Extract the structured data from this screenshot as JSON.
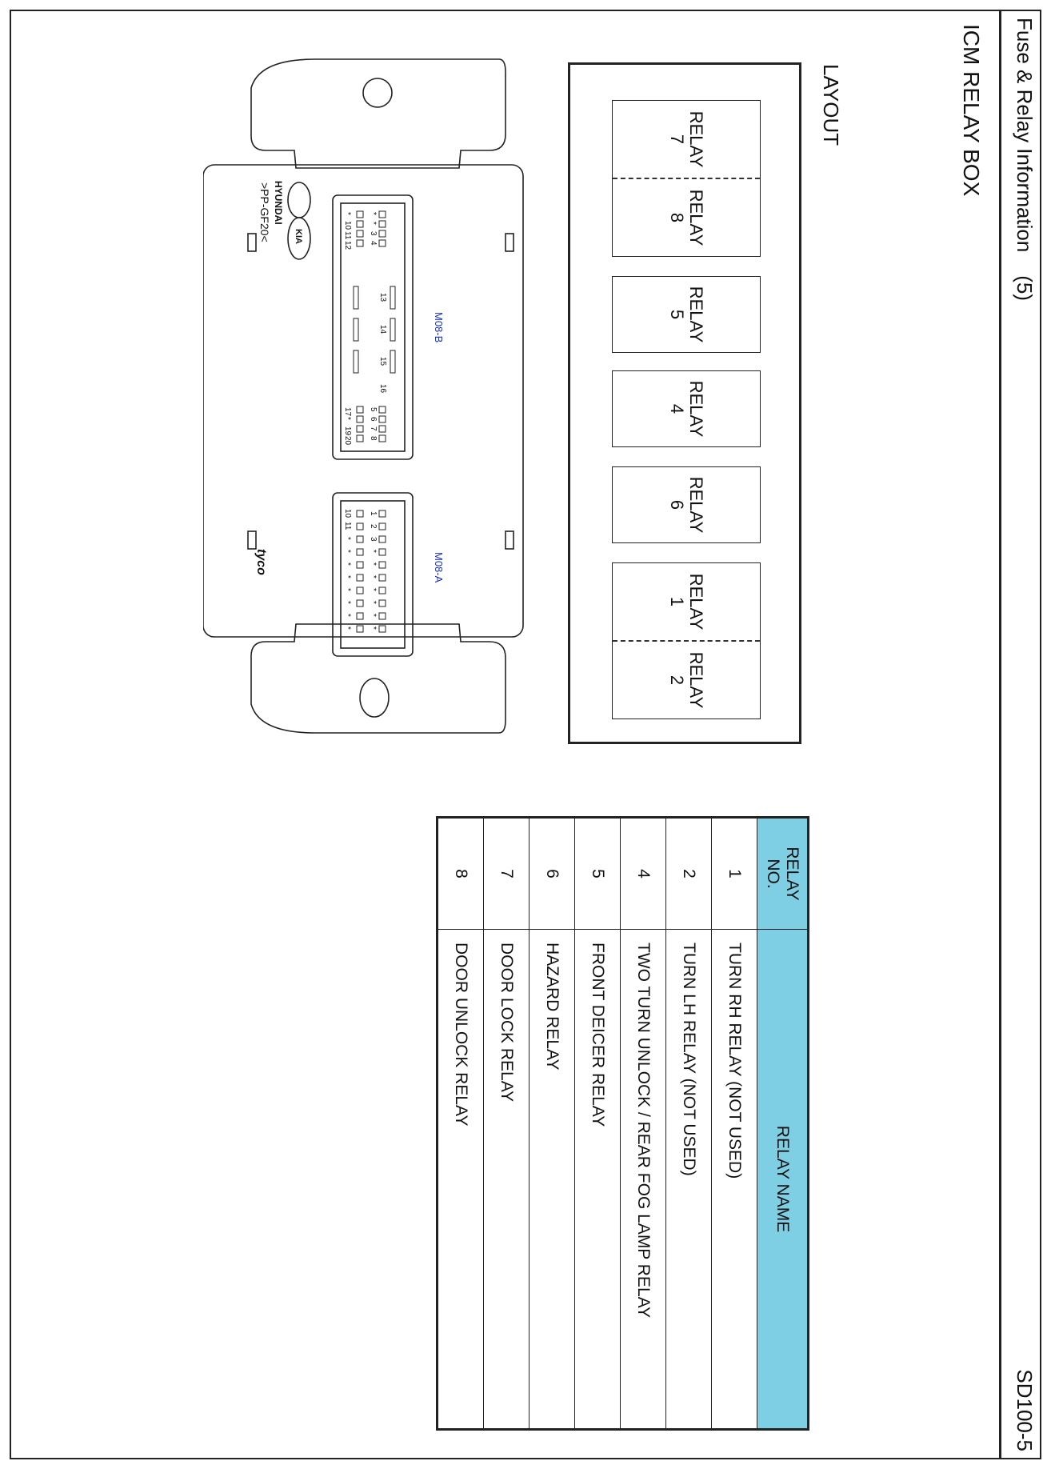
{
  "header": {
    "title": "Fuse & Relay Information    (5)",
    "code": "SD100-5"
  },
  "subtitle": "ICM RELAY BOX",
  "layout": {
    "label": "LAYOUT",
    "relays": [
      {
        "line1": "RELAY",
        "line2": "7"
      },
      {
        "line1": "RELAY",
        "line2": "8"
      },
      {
        "line1": "RELAY",
        "line2": "5"
      },
      {
        "line1": "RELAY",
        "line2": "4"
      },
      {
        "line1": "RELAY",
        "line2": "6"
      },
      {
        "line1": "RELAY",
        "line2": "1"
      },
      {
        "line1": "RELAY",
        "line2": "2"
      }
    ]
  },
  "connector": {
    "label_b": "M08-B",
    "label_a": "M08-A",
    "brand_hyundai": "HYUNDAI",
    "brand_kia": "KIA",
    "material": ">PP-GF20<",
    "brand_tyco": "tyco",
    "pins_b_row1": [
      "*",
      "*",
      "3",
      "4",
      "13",
      "14",
      "15",
      "16",
      "5",
      "6",
      "7",
      "8"
    ],
    "pins_b_row2": [
      "*",
      "10",
      "11",
      "12",
      "17",
      "*",
      "19",
      "20"
    ],
    "pins_a_row1": [
      "1",
      "2",
      "3",
      "*",
      "*",
      "*",
      "*",
      "*",
      "*",
      "*"
    ],
    "pins_a_row2": [
      "10",
      "11",
      "*",
      "*",
      "*",
      "*",
      "*",
      "*",
      "*",
      "*"
    ]
  },
  "table": {
    "col_no": "RELAY NO.",
    "col_name": "RELAY NAME",
    "rows": [
      {
        "no": "1",
        "name": "TURN RH RELAY (NOT USED)"
      },
      {
        "no": "2",
        "name": "TURN LH RELAY (NOT USED)"
      },
      {
        "no": "4",
        "name": "TWO TURN UNLOCK / REAR FOG LAMP RELAY"
      },
      {
        "no": "5",
        "name": "FRONT DEICER RELAY"
      },
      {
        "no": "6",
        "name": "HAZARD RELAY"
      },
      {
        "no": "7",
        "name": "DOOR LOCK RELAY"
      },
      {
        "no": "8",
        "name": "DOOR UNLOCK RELAY"
      }
    ]
  },
  "colors": {
    "table_header": "#7ecfe3",
    "connector_label": "#1a2fb0"
  }
}
